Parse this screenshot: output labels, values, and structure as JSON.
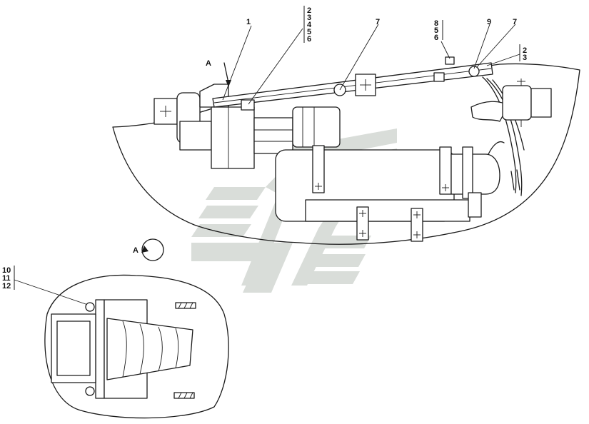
{
  "drawing": {
    "callouts": {
      "c1": "1",
      "c7a": "7",
      "c9": "9",
      "c7b": "7",
      "stack_a": [
        "2",
        "3",
        "4",
        "5",
        "6"
      ],
      "stack_b": [
        "8",
        "5",
        "6"
      ],
      "stack_c": [
        "2",
        "3"
      ],
      "stack_d": [
        "10",
        "11",
        "12"
      ]
    },
    "view_arrow_label": "A",
    "view_circle_label": "A"
  }
}
